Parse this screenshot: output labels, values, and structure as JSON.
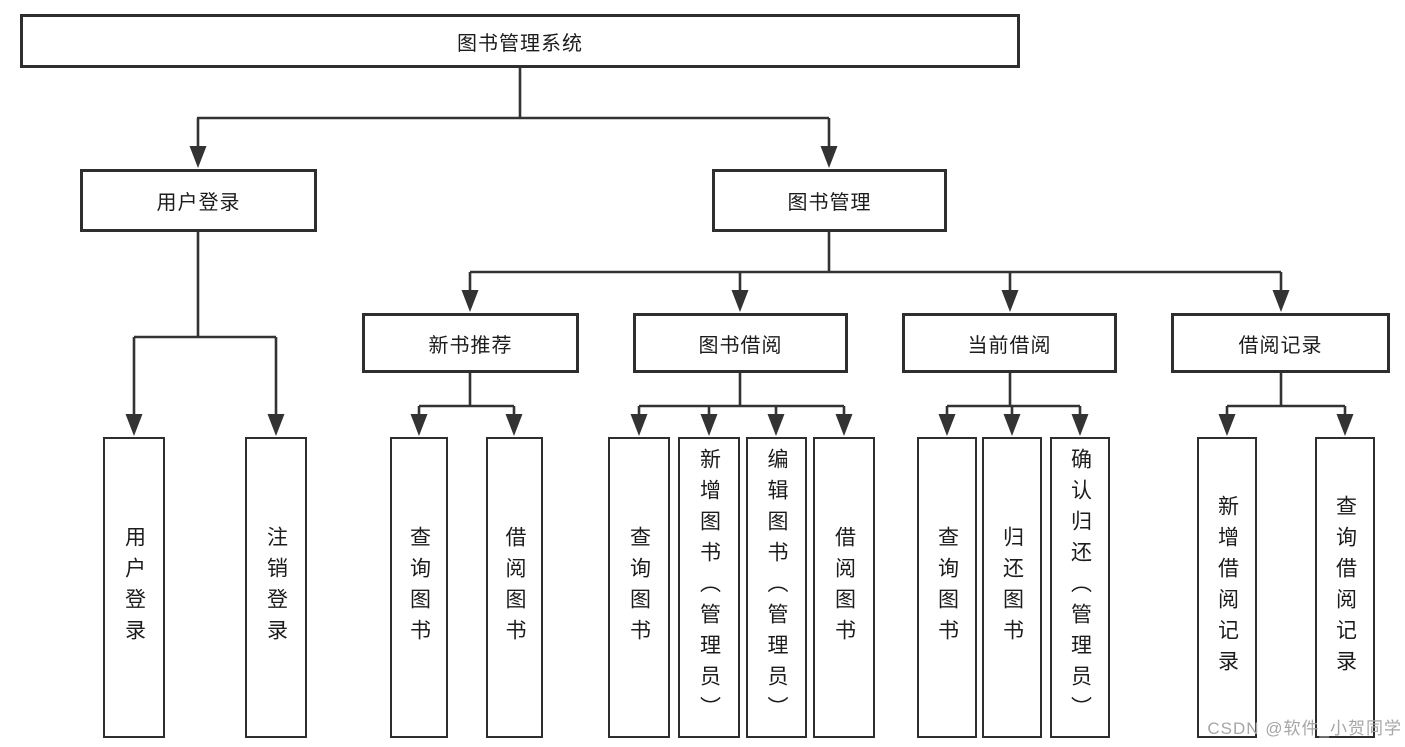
{
  "tree": {
    "root": {
      "label": "图书管理系统"
    },
    "children": [
      {
        "label": "用户登录",
        "children": [
          {
            "label": "用户登录"
          },
          {
            "label": "注销登录"
          }
        ]
      },
      {
        "label": "图书管理",
        "children": [
          {
            "label": "新书推荐",
            "children": [
              {
                "label": "查询图书"
              },
              {
                "label": "借阅图书"
              }
            ]
          },
          {
            "label": "图书借阅",
            "children": [
              {
                "label": "查询图书"
              },
              {
                "label": "新增图书（管理员）"
              },
              {
                "label": "编辑图书（管理员）"
              },
              {
                "label": "借阅图书"
              }
            ]
          },
          {
            "label": "当前借阅",
            "children": [
              {
                "label": "查询图书"
              },
              {
                "label": "归还图书"
              },
              {
                "label": "确认归还（管理员）"
              }
            ]
          },
          {
            "label": "借阅记录",
            "children": [
              {
                "label": "新增借阅记录"
              },
              {
                "label": "查询借阅记录"
              }
            ]
          }
        ]
      }
    ]
  },
  "watermark": "CSDN @软件_小贺同学",
  "colors": {
    "line": "#333333",
    "box_border": "#2e2e2e",
    "text": "#1c1c1c",
    "watermark_text": "#a6a6a6",
    "background": "#ffffff"
  }
}
